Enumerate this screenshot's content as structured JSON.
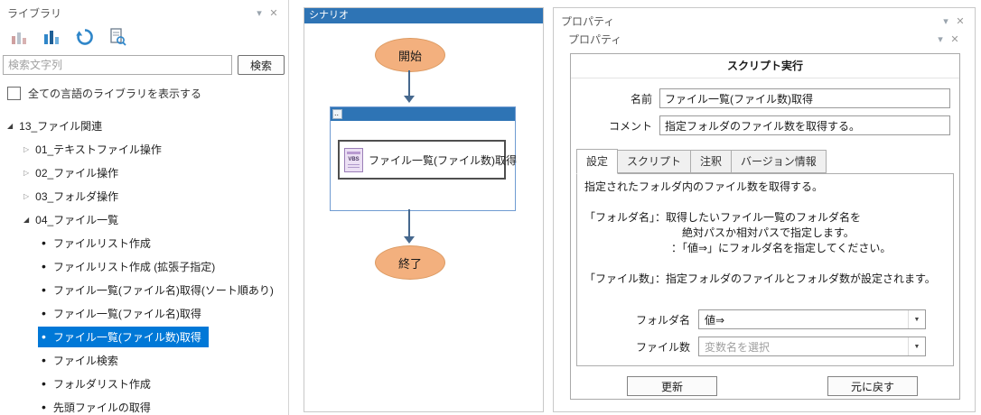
{
  "colors": {
    "accent_blue": "#2e74b5",
    "selection_blue": "#0078d7",
    "node_fill": "#f3b07e",
    "node_border": "#dc9a62",
    "arrow": "#46688e"
  },
  "icons": {
    "collapse_caret": "▾",
    "close": "✕",
    "expanded_node": "◢",
    "collapsed_node": "▷",
    "bullet": "•",
    "dropdown_arrow": "▼",
    "group_icon": "..",
    "vbs_label": "VBS"
  },
  "library": {
    "title": "ライブラリ",
    "search_placeholder": "検索文字列",
    "search_button": "検索",
    "checkbox_label": "全ての言語のライブラリを表示する",
    "tree": {
      "root": "13_ファイル関連",
      "folders": [
        "01_テキストファイル操作",
        "02_ファイル操作",
        "03_フォルダ操作"
      ],
      "subfolder": "04_ファイル一覧",
      "leaves": [
        "ファイルリスト作成",
        "ファイルリスト作成 (拡張子指定)",
        "ファイル一覧(ファイル名)取得(ソート順あり)",
        "ファイル一覧(ファイル名)取得",
        "ファイル一覧(ファイル数)取得",
        "ファイル検索",
        "フォルダリスト作成",
        "先頭ファイルの取得"
      ],
      "selected_leaf": "ファイル一覧(ファイル数)取得"
    }
  },
  "scenario": {
    "title": "シナリオ",
    "start_label": "開始",
    "end_label": "終了",
    "node_label": "ファイル一覧(ファイル数)取得"
  },
  "properties": {
    "outer_title": "プロパティ",
    "inner_title": "プロパティ",
    "section_header": "スクリプト実行",
    "name_label": "名前",
    "name_value": "ファイル一覧(ファイル数)取得",
    "comment_label": "コメント",
    "comment_value": "指定フォルダのファイル数を取得する。",
    "tabs": [
      "設定",
      "スクリプト",
      "注釈",
      "バージョン情報"
    ],
    "active_tab": "設定",
    "description": "指定されたフォルダ内のファイル数を取得する。\n\n「フォルダ名」：取得したいファイル一覧のフォルダ名を\n　　　　　　　　　絶対パスか相対パスで指定します。\n　　　　　　　　：「値⇒」にフォルダ名を指定してください。\n\n「ファイル数」：指定フォルダのファイルとフォルダ数が設定されます。",
    "folder_field": {
      "label": "フォルダ名",
      "value": "値⇒"
    },
    "count_field": {
      "label": "ファイル数",
      "placeholder": "変数名を選択"
    },
    "update_button": "更新",
    "revert_button": "元に戻す"
  }
}
